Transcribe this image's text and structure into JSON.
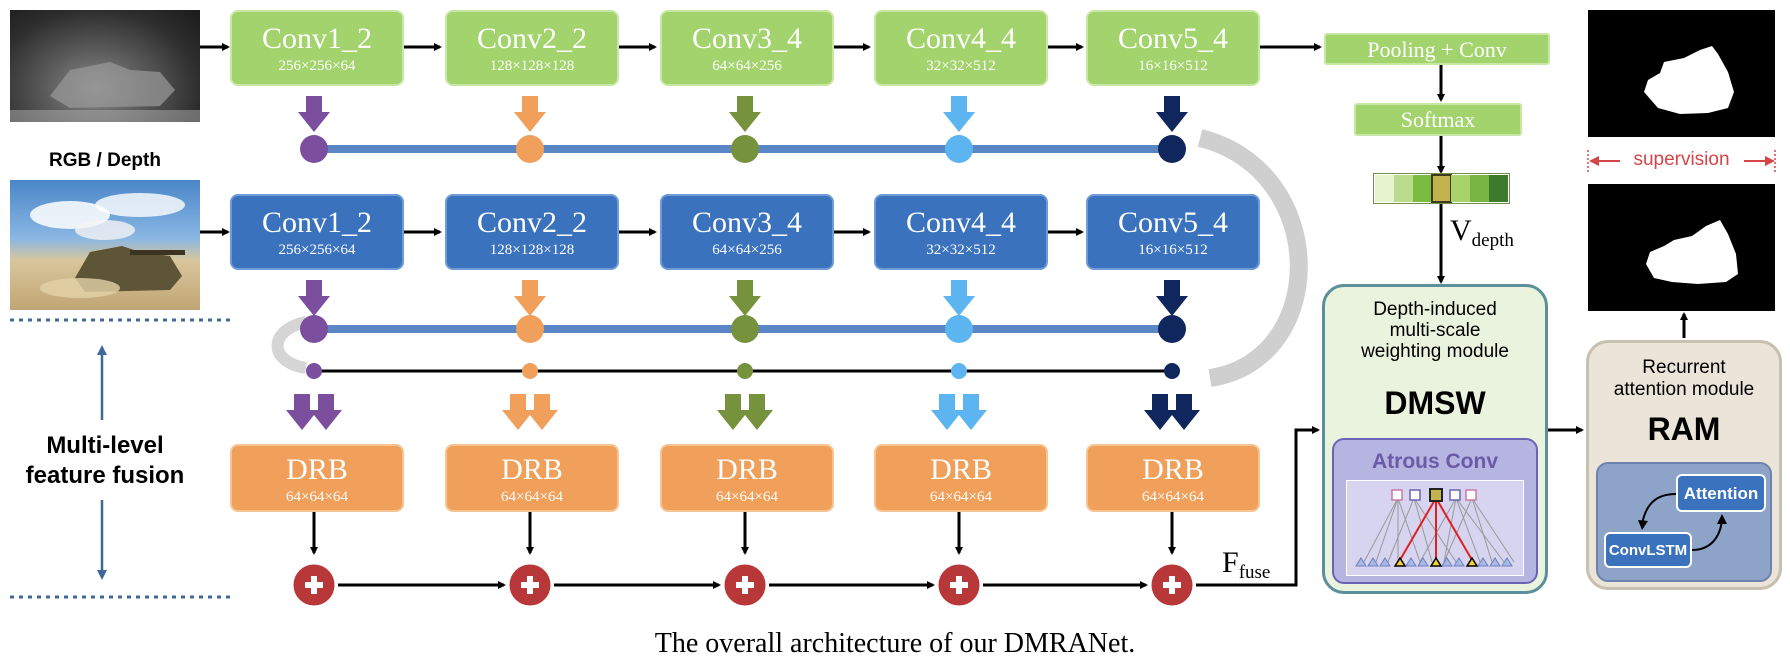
{
  "rows": {
    "depth": [
      {
        "title": "Conv1_2",
        "dims": "256×256×64"
      },
      {
        "title": "Conv2_2",
        "dims": "128×128×128"
      },
      {
        "title": "Conv3_4",
        "dims": "64×64×256"
      },
      {
        "title": "Conv4_4",
        "dims": "32×32×512"
      },
      {
        "title": "Conv5_4",
        "dims": "16×16×512"
      }
    ],
    "rgb": [
      {
        "title": "Conv1_2",
        "dims": "256×256×64"
      },
      {
        "title": "Conv2_2",
        "dims": "128×128×128"
      },
      {
        "title": "Conv3_4",
        "dims": "64×64×256"
      },
      {
        "title": "Conv4_4",
        "dims": "32×32×512"
      },
      {
        "title": "Conv5_4",
        "dims": "16×16×512"
      }
    ],
    "drb": [
      {
        "title": "DRB",
        "dims": "64×64×64"
      },
      {
        "title": "DRB",
        "dims": "64×64×64"
      },
      {
        "title": "DRB",
        "dims": "64×64×64"
      },
      {
        "title": "DRB",
        "dims": "64×64×64"
      },
      {
        "title": "DRB",
        "dims": "64×64×64"
      }
    ]
  },
  "left": {
    "rgb_depth_label": "RGB / Depth",
    "fusion_label_1": "Multi-level",
    "fusion_label_2": "feature fusion"
  },
  "branch": {
    "pooling_conv": "Pooling + Conv",
    "softmax": "Softmax",
    "v_main": "V",
    "v_sub": "depth"
  },
  "ffuse": {
    "main": "F",
    "sub": "fuse"
  },
  "dmsw": {
    "desc_1": "Depth-induced",
    "desc_2": "multi-scale",
    "desc_3": "weighting module",
    "name": "DMSW",
    "atrous": "Atrous Conv"
  },
  "ram": {
    "desc_1": "Recurrent",
    "desc_2": "attention module",
    "name": "RAM",
    "attention": "Attention",
    "convlstm": "ConvLSTM"
  },
  "supervision": "supervision",
  "caption": "The overall architecture of our DMRANet.",
  "colors": {
    "level": [
      "#7b4f9e",
      "#f0a05a",
      "#76923c",
      "#5cb4f0",
      "#10275e"
    ],
    "green": "#a3d36c",
    "blue": "#3a72be",
    "orange": "#f0a05a",
    "plus": "#b8383a"
  }
}
